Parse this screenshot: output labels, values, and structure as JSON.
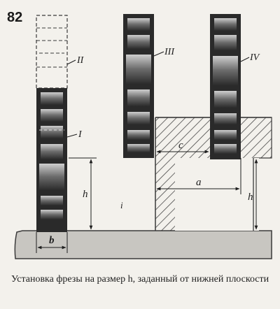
{
  "figure_number": "82",
  "caption": "Установка фрезы на размер h, заданный от нижней плоскости",
  "labels": {
    "cutter_1": "I",
    "cutter_2": "II",
    "cutter_3": "III",
    "cutter_4": "IV",
    "dim_b": "b",
    "dim_h_left": "h",
    "dim_h_right": "h",
    "dim_c": "c",
    "dim_a": "a",
    "dim_i": "i"
  }
}
